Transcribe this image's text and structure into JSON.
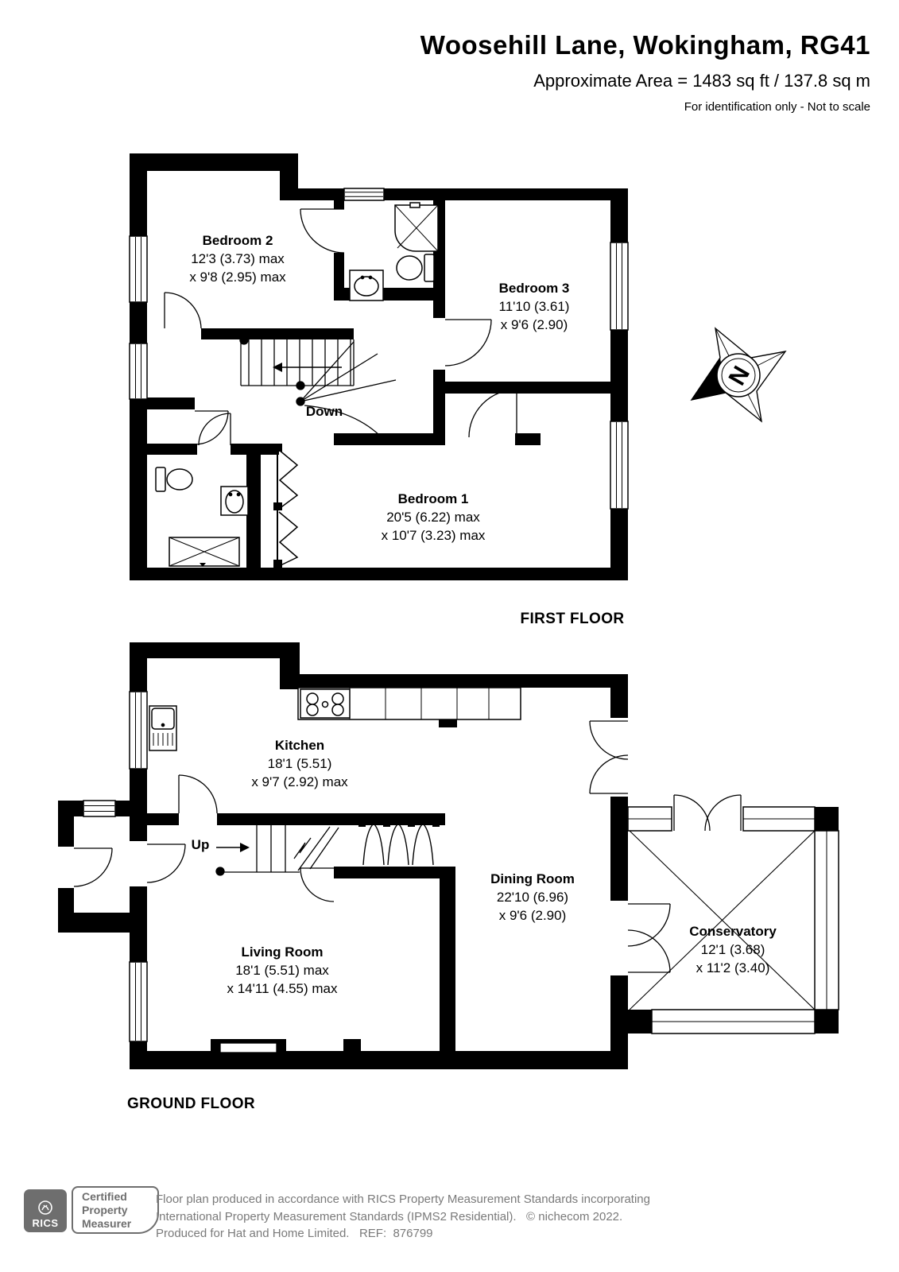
{
  "header": {
    "title": "Woosehill Lane, Wokingham, RG41",
    "area": "Approximate Area = 1483 sq ft / 137.8 sq m",
    "disclaimer": "For identification only - Not to scale"
  },
  "first_floor": {
    "label": "FIRST FLOOR",
    "stairs_label": "Down",
    "rooms": [
      {
        "name": "Bedroom 2",
        "dim1": "12'3 (3.73) max",
        "dim2": "x 9'8 (2.95) max"
      },
      {
        "name": "Bedroom 3",
        "dim1": "11'10 (3.61)",
        "dim2": "x 9'6 (2.90)"
      },
      {
        "name": "Bedroom 1",
        "dim1": "20'5 (6.22) max",
        "dim2": "x 10'7 (3.23) max"
      }
    ]
  },
  "ground_floor": {
    "label": "GROUND FLOOR",
    "stairs_label": "Up",
    "rooms": [
      {
        "name": "Kitchen",
        "dim1": "18'1 (5.51)",
        "dim2": "x 9'7 (2.92) max"
      },
      {
        "name": "Dining Room",
        "dim1": "22'10 (6.96)",
        "dim2": "x 9'6 (2.90)"
      },
      {
        "name": "Living Room",
        "dim1": "18'1 (5.51) max",
        "dim2": "x 14'11 (4.55) max"
      },
      {
        "name": "Conservatory",
        "dim1": "12'1 (3.68)",
        "dim2": "x 11'2 (3.40)"
      }
    ]
  },
  "compass": {
    "letter": "N"
  },
  "footer": {
    "rics_word": "RICS",
    "badge_line1": "Certified",
    "badge_line2": "Property",
    "badge_line3": "Measurer",
    "line1": "Floor plan produced in accordance with RICS Property Measurement Standards incorporating",
    "line2": "International Property Measurement Standards (IPMS2 Residential).   © nichecom 2022.",
    "line3": "Produced for Hat and Home Limited.   REF:  876799"
  },
  "colors": {
    "wall": "#000000",
    "footer_grey": "#6e6e6e"
  }
}
